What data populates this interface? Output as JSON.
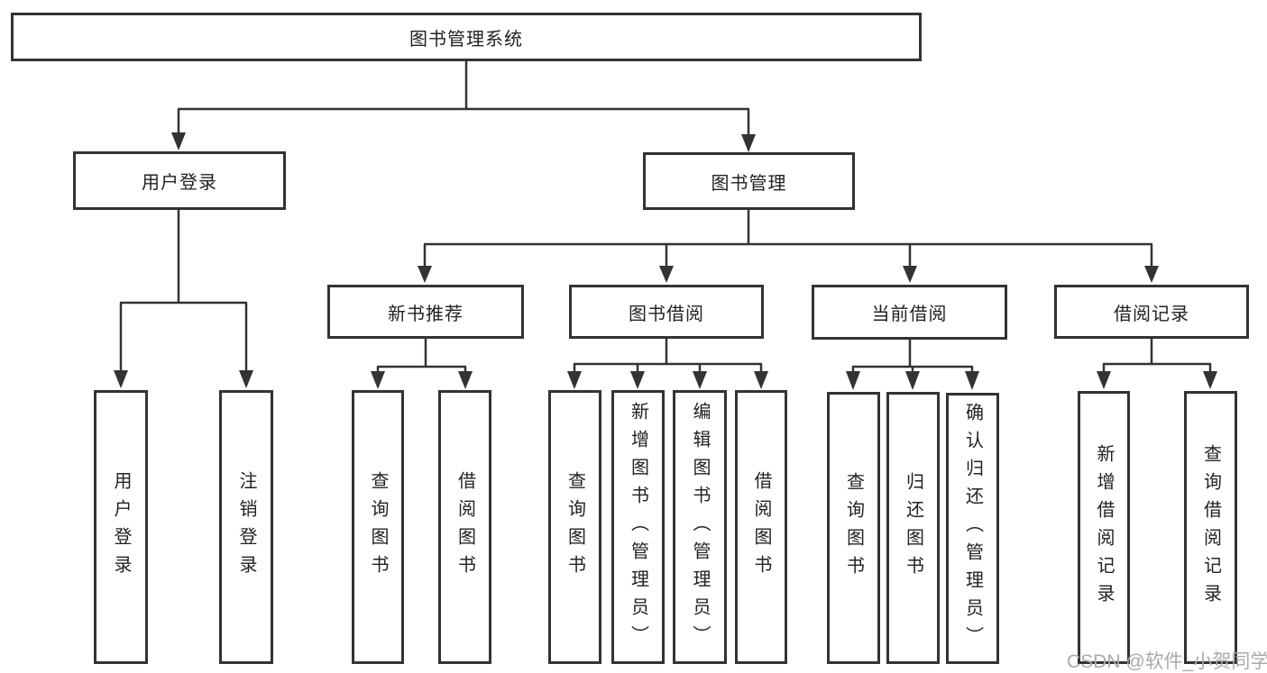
{
  "watermark": "CSDN @软件_小贺同学",
  "colors": {
    "line": "#333333",
    "box_border": "#333333",
    "text": "#222222",
    "watermark": "#aaaaaa",
    "background": "#ffffff"
  },
  "tree": {
    "label": "图书管理系统",
    "children": [
      {
        "label": "用户登录",
        "children": [
          {
            "label": "用户登录"
          },
          {
            "label": "注销登录"
          }
        ]
      },
      {
        "label": "图书管理",
        "children": [
          {
            "label": "新书推荐",
            "children": [
              {
                "label": "查询图书"
              },
              {
                "label": "借阅图书"
              }
            ]
          },
          {
            "label": "图书借阅",
            "children": [
              {
                "label": "查询图书"
              },
              {
                "label": "新增图书（管理员）"
              },
              {
                "label": "编辑图书（管理员）"
              },
              {
                "label": "借阅图书"
              }
            ]
          },
          {
            "label": "当前借阅",
            "children": [
              {
                "label": "查询图书"
              },
              {
                "label": "归还图书"
              },
              {
                "label": "确认归还（管理员）"
              }
            ]
          },
          {
            "label": "借阅记录",
            "children": [
              {
                "label": "新增借阅记录"
              },
              {
                "label": "查询借阅记录"
              }
            ]
          }
        ]
      }
    ]
  }
}
